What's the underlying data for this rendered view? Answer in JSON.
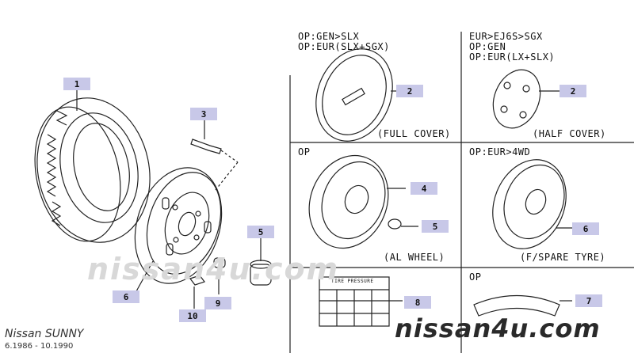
{
  "parts": [
    {
      "id": "part-1-tire",
      "number": "1"
    },
    {
      "id": "part-2-full-cover",
      "number": "2"
    },
    {
      "id": "part-2-half-cover",
      "number": "2"
    },
    {
      "id": "part-3-valve",
      "number": "3"
    },
    {
      "id": "part-4-al-wheel",
      "number": "4"
    },
    {
      "id": "part-5-nut",
      "number": "5"
    },
    {
      "id": "part-5-al-nut",
      "number": "5"
    },
    {
      "id": "part-6-steel-wheel",
      "number": "6"
    },
    {
      "id": "part-6-spare-tyre",
      "number": "6"
    },
    {
      "id": "part-7-tread-label",
      "number": "7"
    },
    {
      "id": "part-8-tire-placard",
      "number": "8"
    },
    {
      "id": "part-9-weight",
      "number": "9"
    },
    {
      "id": "part-10-weight-clip",
      "number": "10"
    }
  ],
  "notes": {
    "full_cover": "OP:GEN>SLX\nOP:EUR(SLX+SGX)",
    "half_cover": "EUR>EJ6S>SGX\nOP:GEN\nOP:EUR(LX+SLX)",
    "al_wheel": "OP",
    "spare": "OP:EUR>4WD",
    "tread": "OP"
  },
  "labels": {
    "full_cover": "(FULL COVER)",
    "half_cover": "(HALF COVER)",
    "al_wheel": "(AL WHEEL)",
    "spare": "(F/SPARE TYRE)"
  },
  "placard_header": "TIRE PRESSURE",
  "footer": {
    "model": "Nissan SUNNY",
    "period": "6.1986 - 10.1990",
    "site": "nissan4u.com"
  },
  "watermark": "nissan4u.com"
}
